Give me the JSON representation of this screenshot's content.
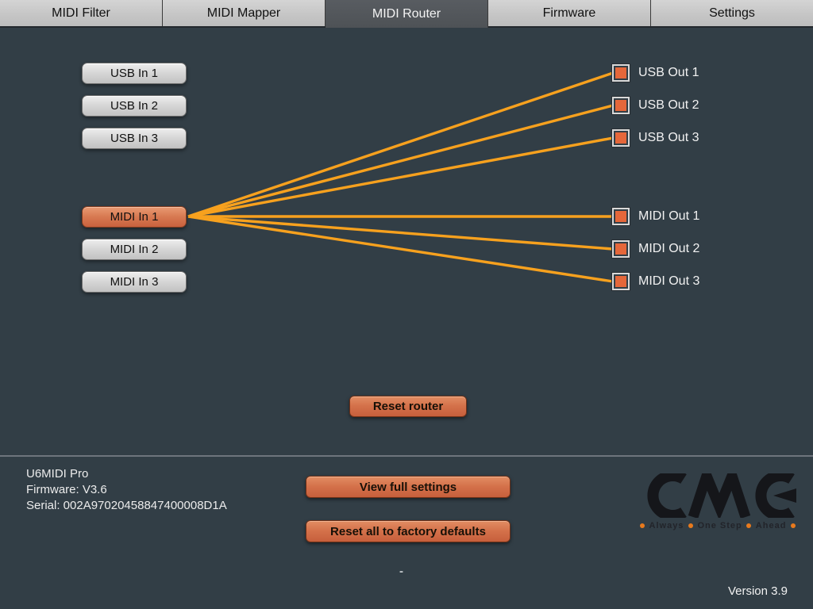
{
  "tabs": [
    {
      "label": "MIDI Filter",
      "active": false
    },
    {
      "label": "MIDI Mapper",
      "active": false
    },
    {
      "label": "MIDI Router",
      "active": true
    },
    {
      "label": "Firmware",
      "active": false
    },
    {
      "label": "Settings",
      "active": false
    }
  ],
  "router": {
    "inputs": [
      {
        "label": "USB In 1",
        "selected": false
      },
      {
        "label": "USB In 2",
        "selected": false
      },
      {
        "label": "USB In 3",
        "selected": false
      },
      {
        "label": "MIDI In 1",
        "selected": true
      },
      {
        "label": "MIDI In 2",
        "selected": false
      },
      {
        "label": "MIDI In 3",
        "selected": false
      }
    ],
    "outputs": [
      {
        "label": "USB Out 1",
        "checked": true
      },
      {
        "label": "USB Out 2",
        "checked": true
      },
      {
        "label": "USB Out 3",
        "checked": true
      },
      {
        "label": "MIDI Out 1",
        "checked": true
      },
      {
        "label": "MIDI Out 2",
        "checked": true
      },
      {
        "label": "MIDI Out 3",
        "checked": true
      }
    ],
    "selected_input": "MIDI In 1",
    "connections": [
      {
        "from": "MIDI In 1",
        "to": "USB Out 1"
      },
      {
        "from": "MIDI In 1",
        "to": "USB Out 2"
      },
      {
        "from": "MIDI In 1",
        "to": "USB Out 3"
      },
      {
        "from": "MIDI In 1",
        "to": "MIDI Out 1"
      },
      {
        "from": "MIDI In 1",
        "to": "MIDI Out 2"
      },
      {
        "from": "MIDI In 1",
        "to": "MIDI Out 3"
      }
    ],
    "reset_button": "Reset router",
    "line_color": "#f7a11e",
    "checkbox_color": "#e5673a",
    "selected_color": "#d4714a"
  },
  "footer": {
    "device": "U6MIDI Pro",
    "firmware": "Firmware: V3.6",
    "serial": "Serial: 002A97020458847400008D1A",
    "view_full_settings": "View full settings",
    "reset_factory": "Reset all to factory defaults",
    "dash": "-",
    "version": "Version 3.9",
    "logo_tagline_words": [
      "Always",
      "One Step",
      "Ahead"
    ]
  }
}
